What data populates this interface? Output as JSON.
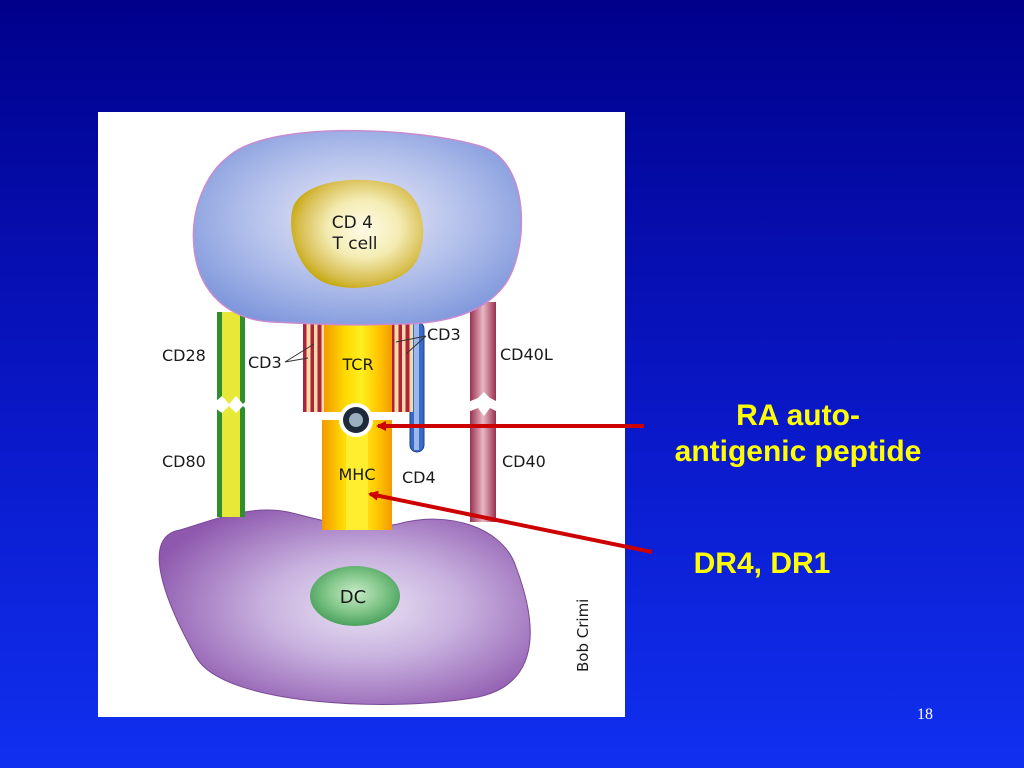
{
  "diagram": {
    "t_cell_label": "CD 4\nT cell",
    "dc_label": "DC",
    "tcr_label": "TCR",
    "mhc_label": "MHC",
    "labels": {
      "cd28": "CD28",
      "cd80": "CD80",
      "cd3_left": "CD3",
      "cd3_right": "CD3",
      "cd40l": "CD40L",
      "cd40": "CD40",
      "cd4": "CD4"
    },
    "credit": "Bob Crimi"
  },
  "callouts": {
    "peptide": "RA auto-\nantigenic peptide",
    "dr": "DR4, DR1"
  },
  "arrow_color": "#cc0000",
  "text_color": "#ffff00",
  "slide_number": "18"
}
